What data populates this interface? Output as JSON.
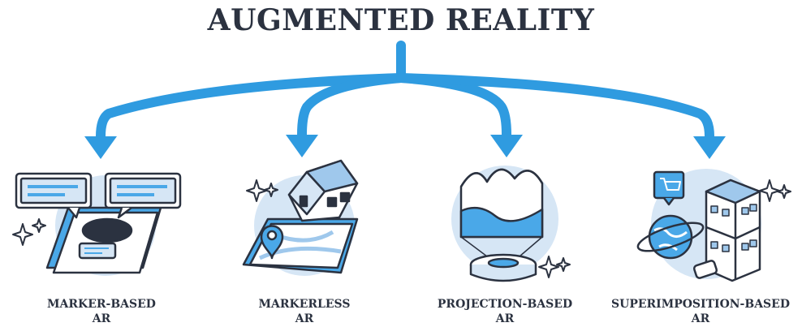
{
  "title": "AUGMENTED REALITY",
  "colors": {
    "arrow": "#2f9be0",
    "outline": "#2b3240",
    "light_blue": "#d6e6f5",
    "mid_blue": "#9fc8ec",
    "accent_blue": "#4aa8e8"
  },
  "categories": [
    {
      "line1": "MARKER-BASED",
      "line2": "AR",
      "icon": "marker-phone-icon"
    },
    {
      "line1": "MARKERLESS",
      "line2": "AR",
      "icon": "house-map-icon"
    },
    {
      "line1": "PROJECTION-BASED",
      "line2": "AR",
      "icon": "projector-hologram-icon"
    },
    {
      "line1": "SUPERIMPOSITION-BASED",
      "line2": "AR",
      "icon": "buildings-globe-icon"
    }
  ]
}
